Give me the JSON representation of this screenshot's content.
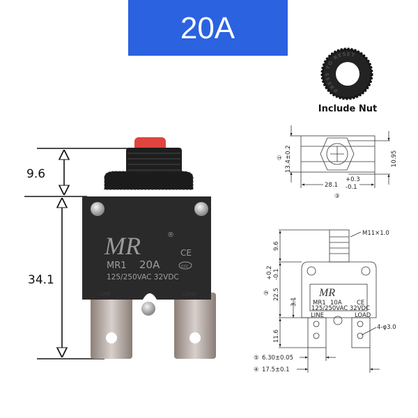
{
  "banner": {
    "label": "20A",
    "color": "#2a62e0"
  },
  "nut": {
    "caption": "Include Nut",
    "ring_text": "PRESS TO RESET"
  },
  "photo": {
    "dimension_top": "9.6",
    "dimension_body": "34.1",
    "label_model": "MR1",
    "label_rating": "20A",
    "label_voltage": "125/250VAC 32VDC",
    "label_ce": "CE",
    "label_ccc": "CCC",
    "label_line": "LINE",
    "label_load": "LOAD",
    "cap_color": "#e0443f",
    "body_color": "#2a2a2a"
  },
  "top_view": {
    "height_dim": "13.4±0.2",
    "height_ref": "①",
    "right_dim": "10.95",
    "width_dim": "28.1",
    "width_tol_plus": "+0.3",
    "width_tol_minus": "-0.1",
    "width_ref": "③"
  },
  "front_view": {
    "thread": "M11×1.0",
    "dim_button": "9.6",
    "dim_body": "22.5",
    "dim_body_tol_plus": "+0.2",
    "dim_body_tol_minus": "-0.1",
    "dim_body_ref": "②",
    "dim_gap": "3.1",
    "dim_terminal": "11.6",
    "hole": "4-φ3.0",
    "terminal_width": "6.30±0.05",
    "terminal_width_ref": "⑤",
    "terminal_pitch": "17.5±0.1",
    "terminal_pitch_ref": "④",
    "label_model": "MR1",
    "label_rating": "10A",
    "label_voltage": "125/250VAC  32VDC",
    "label_ce": "CE",
    "label_line": "LINE",
    "label_load": "LOAD"
  }
}
